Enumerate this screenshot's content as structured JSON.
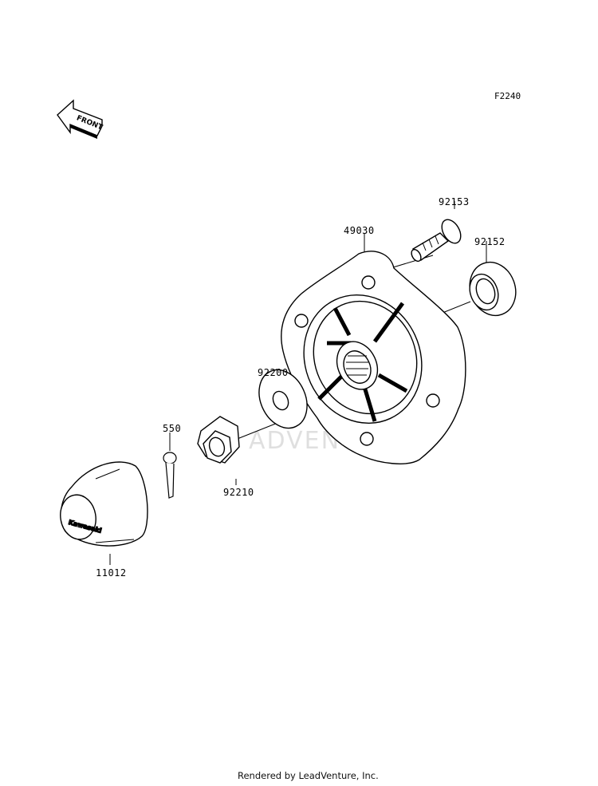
{
  "diagram": {
    "code": "F2240",
    "watermark": "ADVENTURE",
    "front_arrow": "FRONT",
    "cap_brand": "Kawasaki",
    "parts": {
      "p92153": "92153",
      "p49030": "49030",
      "p92152": "92152",
      "p92200": "92200",
      "p550": "550",
      "p92210": "92210",
      "p11012": "11012"
    }
  },
  "footer": "Rendered by LeadVenture, Inc."
}
